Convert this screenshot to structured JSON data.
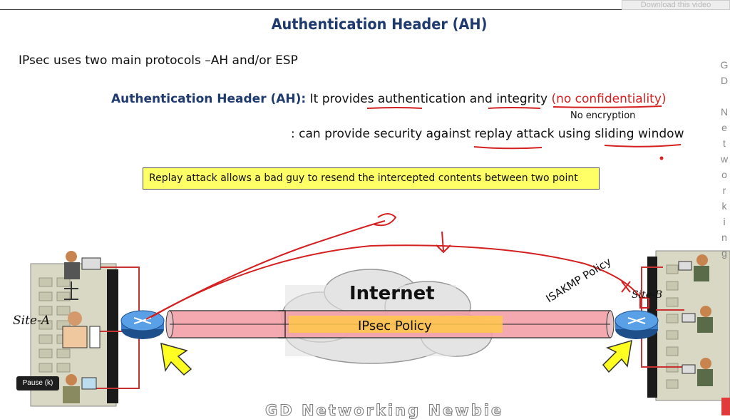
{
  "overlay": {
    "download_label": "Download this video",
    "pause_label": "Pause (k)",
    "watermark": "GD Networking Newbie"
  },
  "slide": {
    "title": "Authentication Header (AH)",
    "line1": "IPsec uses two main protocols –AH and/or ESP",
    "line2": {
      "label": "Authentication Header (AH):",
      "text": " It provides authentication and integrity ",
      "red_text": "(no confidentiality)"
    },
    "note_no_encryption": "No encryption",
    "line3": ": can provide security against replay attack using sliding window",
    "callout": "Replay attack allows a bad guy to resend the intercepted contents between two point"
  },
  "diagram": {
    "site_a_label": "Site-A",
    "site_b_label": "Site-B",
    "internet_label": "Internet",
    "ipsec_policy_label": "IPsec Policy",
    "isakmp_policy_label": "ISAKMP Policy"
  },
  "right_strip_chars": [
    "G",
    "D",
    "",
    "N",
    "e",
    "t",
    "w",
    "o",
    "r",
    "k",
    "i",
    "n",
    "g"
  ],
  "colors": {
    "title": "#1f3a6e",
    "annotation_red": "#d42020",
    "callout_bg": "#ffff66",
    "tunnel_fill": "#f3a0a8",
    "router_blue": "#3a7fd0",
    "arrow_yellow": "#ffff22"
  }
}
